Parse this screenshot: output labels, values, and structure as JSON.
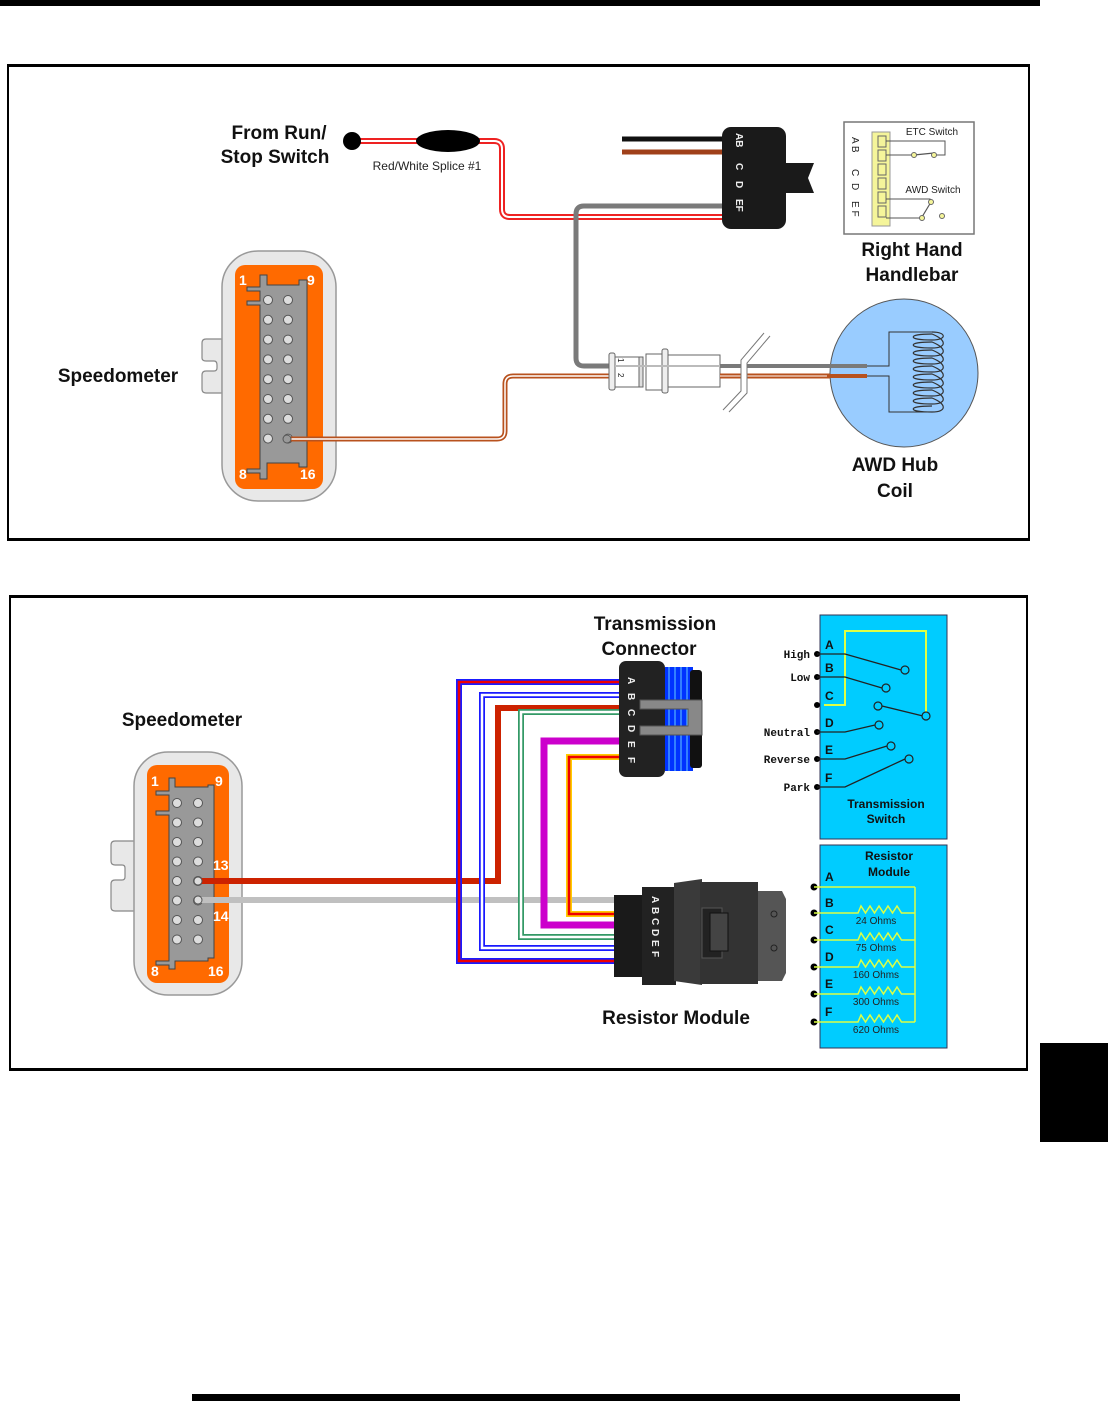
{
  "page": {
    "header_rule": "top-rule",
    "footer_rule": "bottom-rule",
    "section_tab": "chapter-tab"
  },
  "diagram1": {
    "labels": {
      "run_stop_line1": "From Run/",
      "run_stop_line2": "Stop Switch",
      "splice": "Red/White Splice #1",
      "speedometer": "Speedometer",
      "rh_line1": "Right Hand",
      "rh_line2": "Handlebar",
      "hub_line1": "AWD Hub",
      "hub_line2": "Coil",
      "etc_switch": "ETC Switch",
      "awd_switch": "AWD Switch"
    },
    "speedo_pins": {
      "top_left": "1",
      "top_right": "9",
      "bottom_left": "8",
      "bottom_right": "16"
    },
    "handlebar_connector_letters": [
      "A",
      "B",
      "C",
      "D",
      "E",
      "F"
    ],
    "handlebar_connector_letters_display": [
      "AB",
      "C",
      "D",
      "EF"
    ],
    "inline_connector_pins": [
      "1",
      "2"
    ],
    "wire_colors": {
      "black": "#111111",
      "brown": "#a0401a",
      "gray": "#7a7a7a",
      "red_white": "#ee2222",
      "brown_white": "#b8521e"
    },
    "colors": {
      "speedo_orange": "#ff6a00",
      "speedo_gray": "#999999",
      "hub_blue": "#99ccff",
      "switch_yellow": "#f5f59a"
    }
  },
  "diagram2": {
    "labels": {
      "trans_conn_line1": "Transmission",
      "trans_conn_line2": "Connector",
      "speedometer": "Speedometer",
      "resistor_module": "Resistor Module",
      "trans_switch_line1": "Transmission",
      "trans_switch_line2": "Switch",
      "res_module_line1": "Resistor",
      "res_module_line2": "Module"
    },
    "speedo_pins": {
      "top_left": "1",
      "top_right": "9",
      "pin13": "13",
      "pin14": "14",
      "bottom_left": "8",
      "bottom_right": "16"
    },
    "connector_letters": [
      "A",
      "B",
      "C",
      "D",
      "E",
      "F"
    ],
    "transmission_switch": {
      "terminals": [
        {
          "letter": "A",
          "position": "High"
        },
        {
          "letter": "B",
          "position": "Low"
        },
        {
          "letter": "C",
          "position": ""
        },
        {
          "letter": "D",
          "position": "Neutral"
        },
        {
          "letter": "E",
          "position": "Reverse"
        },
        {
          "letter": "F",
          "position": "Park"
        }
      ]
    },
    "resistor_module": {
      "terminals": [
        "A",
        "B",
        "C",
        "D",
        "E",
        "F"
      ],
      "resistors": [
        "24 Ohms",
        "75 Ohms",
        "160 Ohms",
        "300 Ohms",
        "620 Ohms"
      ]
    },
    "wire_colors": {
      "A": {
        "outer": "#1a1aff",
        "inner": "#ee0000"
      },
      "B": {
        "outer": "#1a1aff",
        "inner": "#ffffff"
      },
      "C": {
        "outer": "#cc2200",
        "inner": "#cc2200"
      },
      "D": {
        "outer": "#339966",
        "inner": "#ffffff"
      },
      "E": {
        "outer": "#cc00cc",
        "inner": "#cc00cc"
      },
      "F": {
        "outer": "#ffcc00",
        "inner": "#ee0000"
      },
      "speedo13": "#cc2200",
      "speedo14": "#c0c0c0"
    },
    "colors": {
      "panel_cyan": "#00ccff",
      "trace_yellow": "#ddff44"
    }
  }
}
